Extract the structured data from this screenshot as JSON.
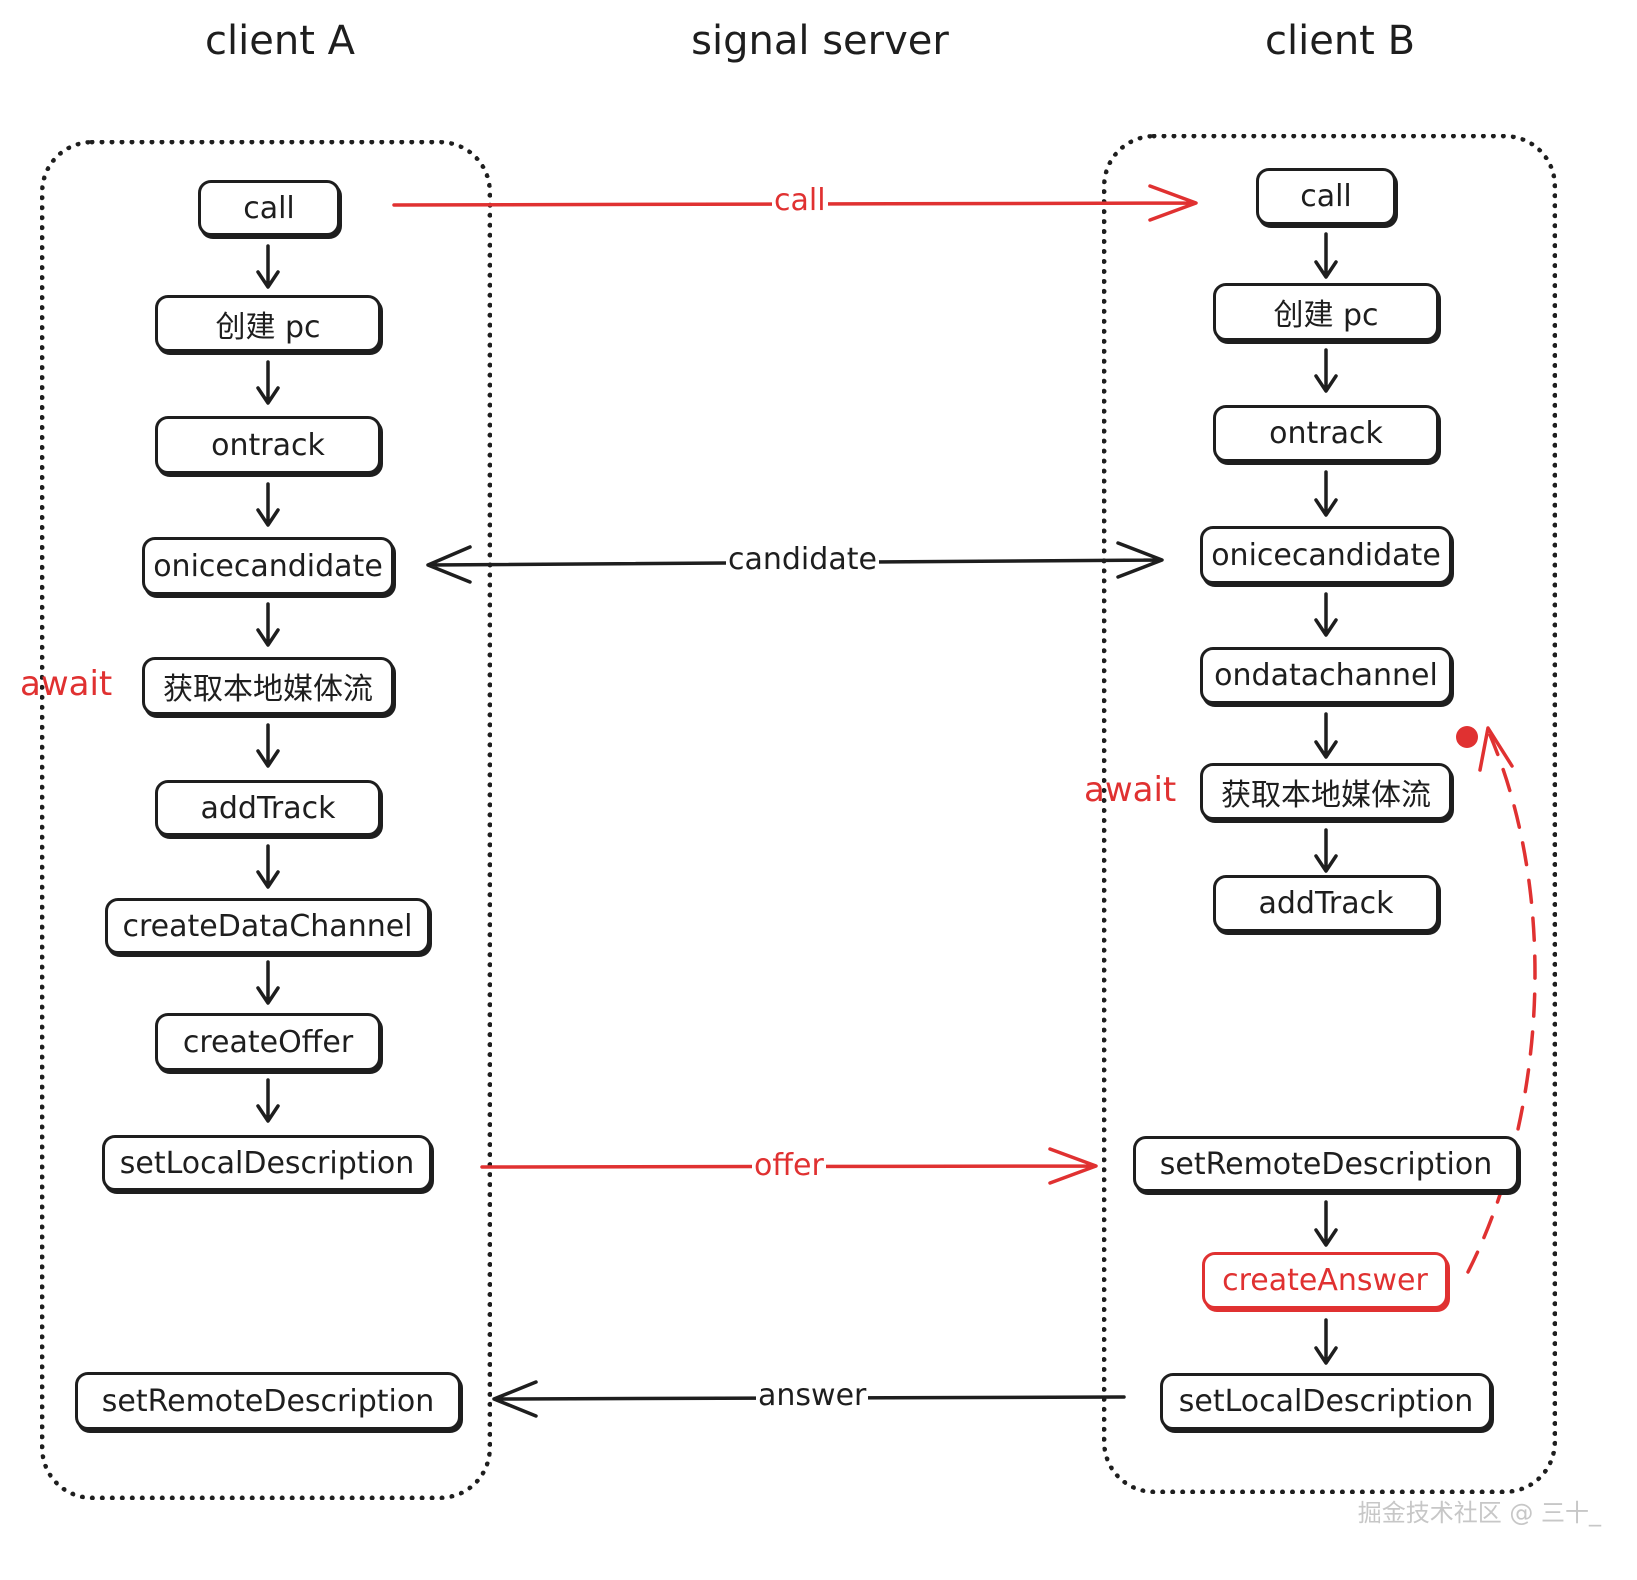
{
  "titles": {
    "client_a": "client A",
    "server": "signal server",
    "client_b": "client B"
  },
  "client_a": {
    "steps": [
      "call",
      "创建 pc",
      "ontrack",
      "onicecandidate",
      "获取本地媒体流",
      "addTrack",
      "createDataChannel",
      "createOffer",
      "setLocalDescription",
      "setRemoteDescription"
    ],
    "await_label": "await"
  },
  "client_b": {
    "steps": [
      "call",
      "创建 pc",
      "ontrack",
      "onicecandidate",
      "ondatachannel",
      "获取本地媒体流",
      "addTrack",
      "setRemoteDescription",
      "createAnswer",
      "setLocalDescription"
    ],
    "await_label": "await"
  },
  "messages": {
    "call": "call",
    "candidate": "candidate",
    "offer": "offer",
    "answer": "answer"
  },
  "colors": {
    "ink": "#1e1e1e",
    "accent": "#e03131"
  },
  "watermark": "掘金技术社区 @ 三十_"
}
